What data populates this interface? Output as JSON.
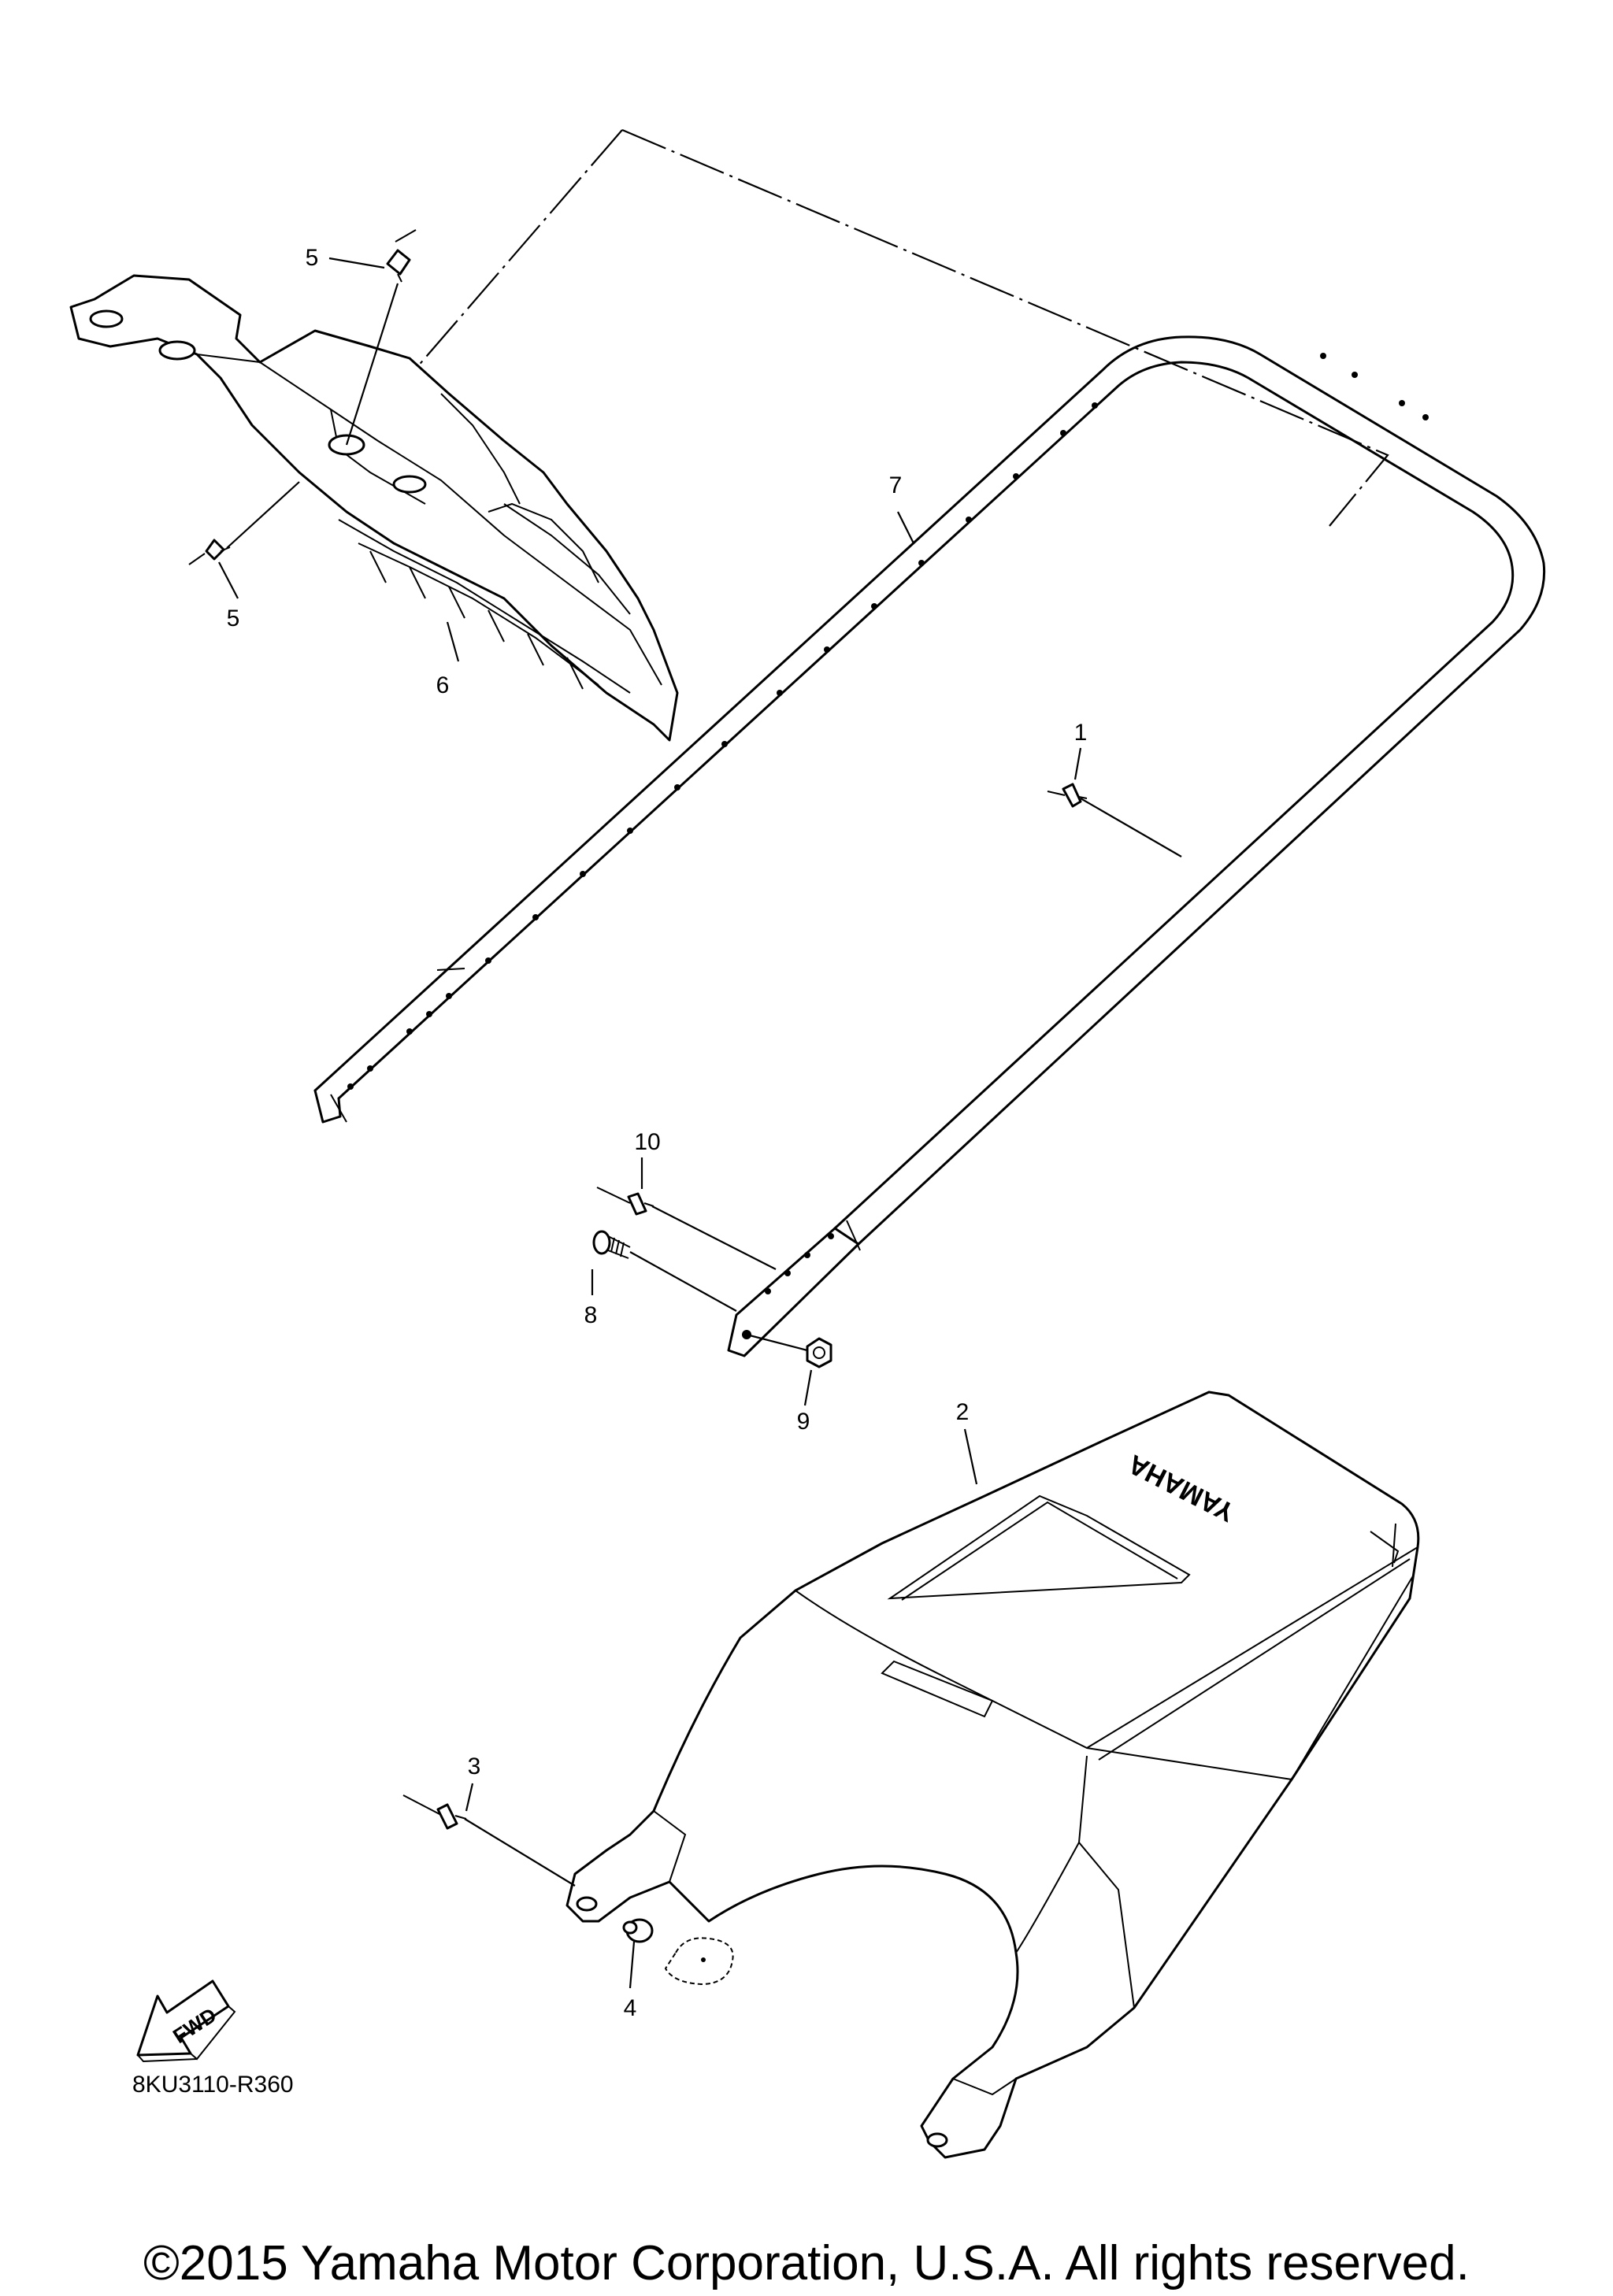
{
  "callouts": {
    "c1": "1",
    "c2": "2",
    "c3": "3",
    "c4": "4",
    "c5a": "5",
    "c5b": "5",
    "c6": "6",
    "c7": "7",
    "c8": "8",
    "c9": "9",
    "c10": "10"
  },
  "fwd_label": "FWD",
  "seat_logo": "YAMAHA",
  "drawing_code": "8KU3110-R360",
  "copyright": "©2015 Yamaha Motor Corporation, U.S.A. All rights reserved."
}
